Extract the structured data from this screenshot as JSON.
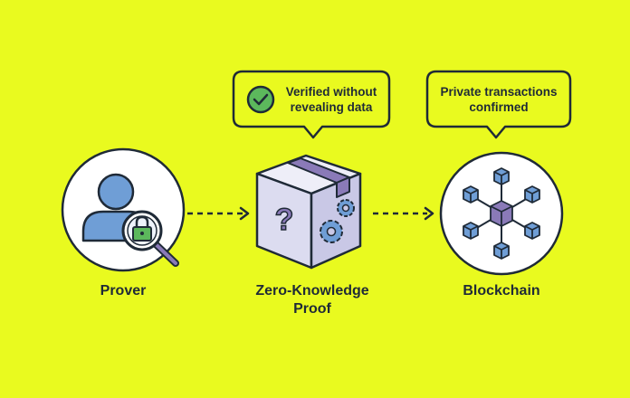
{
  "nodes": {
    "prover": {
      "label": "Prover"
    },
    "zkp": {
      "label_line1": "Zero-Knowledge",
      "label_line2": "Proof"
    },
    "blockchain": {
      "label": "Blockchain"
    }
  },
  "bubbles": {
    "verified": {
      "line1": "Verified without",
      "line2": "revealing data",
      "icon": "check-circle-icon"
    },
    "private": {
      "line1": "Private transactions",
      "line2": "confirmed"
    }
  },
  "colors": {
    "background": "#e9fa1f",
    "outline": "#1f2a37",
    "blue": "#6f9ed6",
    "purple": "#8a7ab8",
    "box": "#dcdcf0",
    "check": "#5cb85c"
  }
}
